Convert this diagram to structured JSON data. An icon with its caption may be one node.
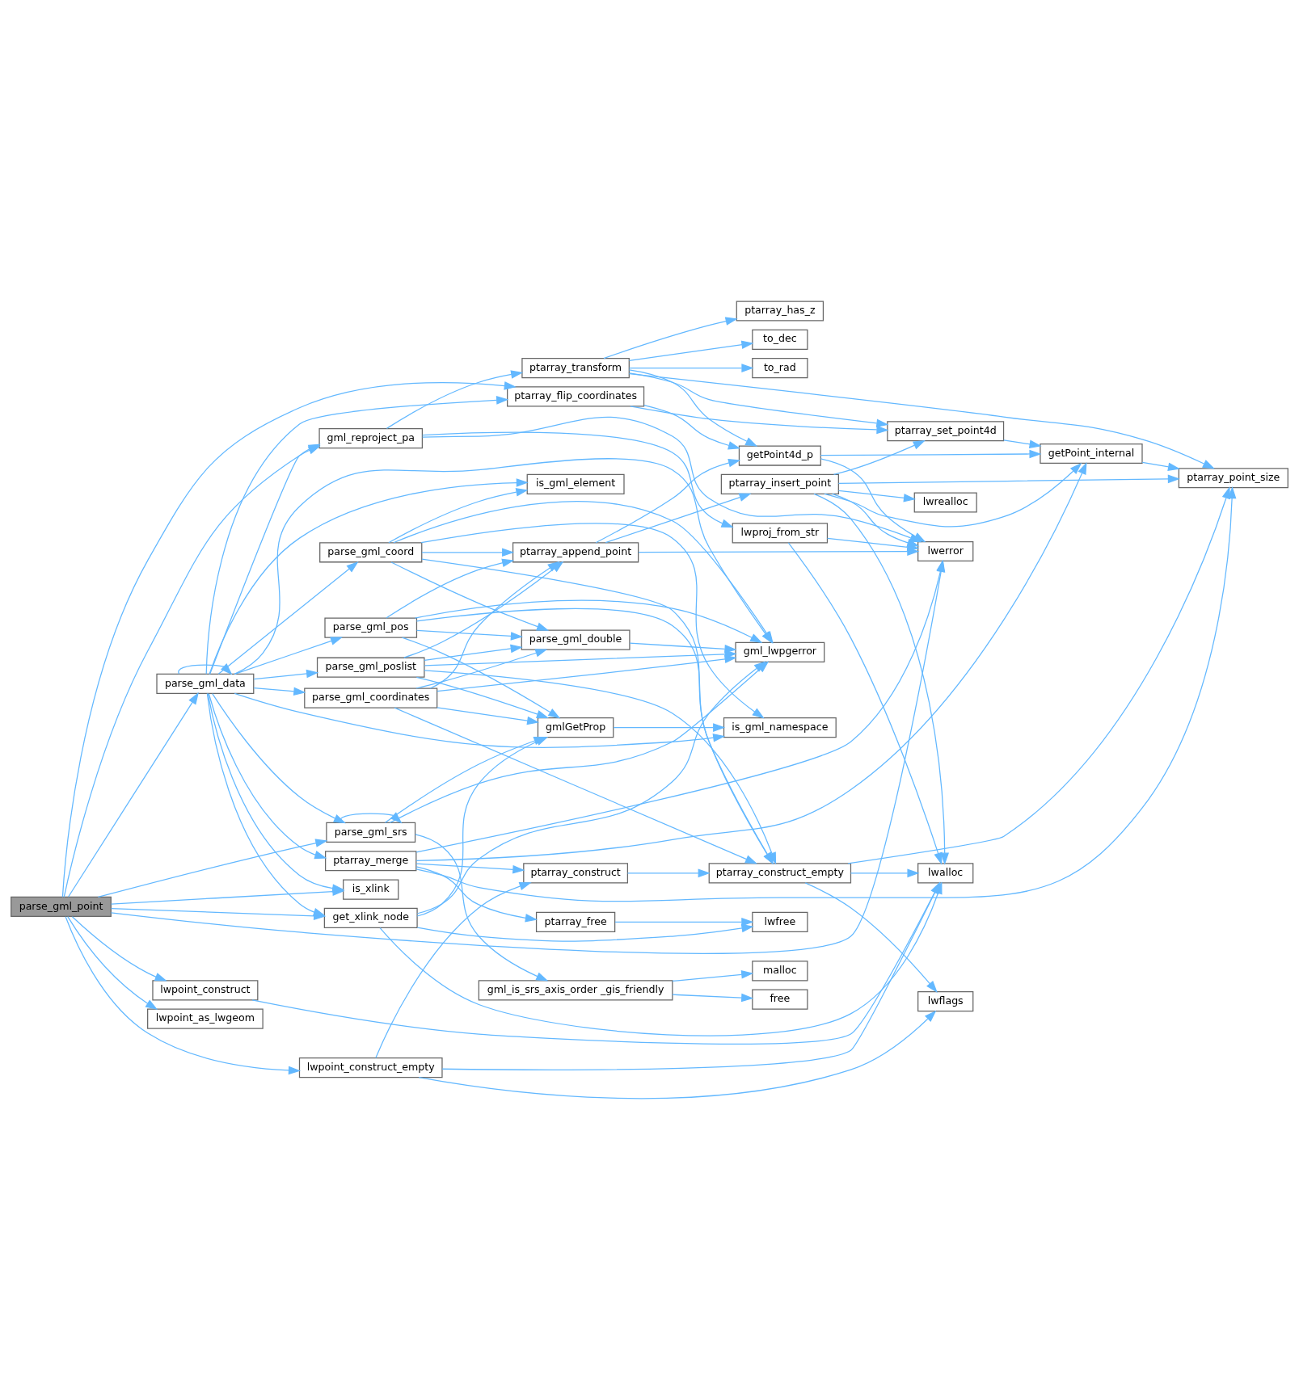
{
  "diagram": {
    "nodes": [
      {
        "text": [
          "parse_gml_point"
        ]
      },
      {
        "text": [
          "parse_gml_data"
        ]
      },
      {
        "text": [
          "gml_reproject_pa"
        ]
      },
      {
        "text": [
          "ptarray_flip_coordinates"
        ]
      },
      {
        "text": [
          "ptarray_transform"
        ]
      },
      {
        "text": [
          "ptarray_has_z"
        ]
      },
      {
        "text": [
          "getPoint4d_p"
        ]
      },
      {
        "text": [
          "to_dec"
        ]
      },
      {
        "text": [
          "to_rad"
        ]
      },
      {
        "text": [
          "ptarray_set_point4d"
        ]
      },
      {
        "text": [
          "is_gml_element"
        ]
      },
      {
        "text": [
          "parse_gml_coord"
        ]
      },
      {
        "text": [
          "parse_gml_double"
        ]
      },
      {
        "text": [
          "gml_lwpgerror"
        ]
      },
      {
        "text": [
          "lwproj_from_str"
        ]
      },
      {
        "text": [
          "lwerror"
        ]
      },
      {
        "text": [
          "parse_gml_pos"
        ]
      },
      {
        "text": [
          "ptarray_append_point"
        ]
      },
      {
        "text": [
          "ptarray_insert_point"
        ]
      },
      {
        "text": [
          "getPoint_internal"
        ]
      },
      {
        "text": [
          "ptarray_point_size"
        ]
      },
      {
        "text": [
          "lwrealloc"
        ]
      },
      {
        "text": [
          "parse_gml_poslist"
        ]
      },
      {
        "text": [
          "parse_gml_coordinates"
        ]
      },
      {
        "text": [
          "ptarray_construct_empty"
        ]
      },
      {
        "text": [
          "gmlGetProp"
        ]
      },
      {
        "text": [
          "is_gml_namespace"
        ]
      },
      {
        "text": [
          "lwalloc"
        ]
      },
      {
        "text": [
          "get_xlink_node"
        ]
      },
      {
        "text": [
          "parse_gml_srs"
        ]
      },
      {
        "text": [
          "lwflags"
        ]
      },
      {
        "text": [
          "lwfree"
        ]
      },
      {
        "text": [
          "lwpoint_construct"
        ]
      },
      {
        "text": [
          "ptarray_merge"
        ]
      },
      {
        "text": [
          "ptarray_free"
        ]
      },
      {
        "text": [
          "ptarray_construct"
        ]
      },
      {
        "text": [
          "is_xlink"
        ]
      },
      {
        "text": [
          "lwpoint_as_lwgeom"
        ]
      },
      {
        "text": [
          "gml_is_srs_axis_order _gis_friendly"
        ]
      },
      {
        "text": [
          "malloc"
        ]
      },
      {
        "text": [
          "free"
        ]
      },
      {
        "text": [
          "lwpoint_construct_empty"
        ]
      }
    ],
    "edges": [
      {
        "from": 0,
        "to": 3,
        "arrow": "to"
      },
      {
        "from": 0,
        "to": 2,
        "arrow": "to"
      },
      {
        "from": 0,
        "to": 15,
        "arrow": "to"
      },
      {
        "from": 0,
        "to": 1,
        "arrow": "to"
      },
      {
        "from": 0,
        "to": 28,
        "arrow": "to"
      },
      {
        "from": 0,
        "to": 29,
        "arrow": "to"
      },
      {
        "from": 0,
        "to": 32,
        "arrow": "to"
      },
      {
        "from": 0,
        "to": 36,
        "arrow": "to"
      },
      {
        "from": 0,
        "to": 37,
        "arrow": "to"
      },
      {
        "from": 0,
        "to": 41,
        "arrow": "to"
      },
      {
        "from": 1,
        "to": 1,
        "arrow": "to"
      },
      {
        "from": 1,
        "to": 3,
        "arrow": "to"
      },
      {
        "from": 1,
        "to": 2,
        "arrow": "to"
      },
      {
        "from": 1,
        "to": 13,
        "arrow": "to"
      },
      {
        "from": 1,
        "to": 10,
        "arrow": "to"
      },
      {
        "from": 1,
        "to": 11,
        "arrow": "to"
      },
      {
        "from": 1,
        "to": 16,
        "arrow": "to"
      },
      {
        "from": 1,
        "to": 22,
        "arrow": "to"
      },
      {
        "from": 1,
        "to": 23,
        "arrow": "to"
      },
      {
        "from": 1,
        "to": 26,
        "arrow": "to"
      },
      {
        "from": 1,
        "to": 28,
        "arrow": "to"
      },
      {
        "from": 1,
        "to": 29,
        "arrow": "to"
      },
      {
        "from": 1,
        "to": 33,
        "arrow": "to"
      },
      {
        "from": 1,
        "to": 36,
        "arrow": "to"
      },
      {
        "from": 2,
        "to": 4,
        "arrow": "to"
      },
      {
        "from": 2,
        "to": 14,
        "arrow": "to"
      },
      {
        "from": 2,
        "to": 15,
        "arrow": "to"
      },
      {
        "from": 3,
        "to": 6,
        "arrow": "to"
      },
      {
        "from": 3,
        "to": 9,
        "arrow": "to"
      },
      {
        "from": 4,
        "to": 5,
        "arrow": "to"
      },
      {
        "from": 4,
        "to": 6,
        "arrow": "to"
      },
      {
        "from": 4,
        "to": 7,
        "arrow": "to"
      },
      {
        "from": 4,
        "to": 8,
        "arrow": "to"
      },
      {
        "from": 4,
        "to": 9,
        "arrow": "to"
      },
      {
        "from": 4,
        "to": 20,
        "arrow": "to"
      },
      {
        "from": 6,
        "to": 15,
        "arrow": "to"
      },
      {
        "from": 6,
        "to": 19,
        "arrow": "to"
      },
      {
        "from": 9,
        "to": 19,
        "arrow": "to"
      },
      {
        "from": 11,
        "to": 10,
        "arrow": "to"
      },
      {
        "from": 11,
        "to": 13,
        "arrow": "to"
      },
      {
        "from": 11,
        "to": 24,
        "arrow": "to"
      },
      {
        "from": 11,
        "to": 26,
        "arrow": "to"
      },
      {
        "from": 11,
        "to": 12,
        "arrow": "to"
      },
      {
        "from": 11,
        "to": 17,
        "arrow": "to"
      },
      {
        "from": 12,
        "to": 13,
        "arrow": "to"
      },
      {
        "from": 14,
        "to": 15,
        "arrow": "to"
      },
      {
        "from": 14,
        "to": 27,
        "arrow": "to"
      },
      {
        "from": 16,
        "to": 13,
        "arrow": "to"
      },
      {
        "from": 16,
        "to": 12,
        "arrow": "to"
      },
      {
        "from": 16,
        "to": 17,
        "arrow": "to"
      },
      {
        "from": 16,
        "to": 24,
        "arrow": "to"
      },
      {
        "from": 16,
        "to": 25,
        "arrow": "to"
      },
      {
        "from": 17,
        "to": 6,
        "arrow": "to"
      },
      {
        "from": 17,
        "to": 15,
        "arrow": "to"
      },
      {
        "from": 17,
        "to": 18,
        "arrow": "to"
      },
      {
        "from": 18,
        "to": 9,
        "arrow": "to"
      },
      {
        "from": 18,
        "to": 15,
        "arrow": "to"
      },
      {
        "from": 18,
        "to": 19,
        "arrow": "to"
      },
      {
        "from": 18,
        "to": 20,
        "arrow": "to"
      },
      {
        "from": 18,
        "to": 21,
        "arrow": "to"
      },
      {
        "from": 18,
        "to": 27,
        "arrow": "to"
      },
      {
        "from": 19,
        "to": 20,
        "arrow": "to"
      },
      {
        "from": 22,
        "to": 12,
        "arrow": "to"
      },
      {
        "from": 22,
        "to": 13,
        "arrow": "to"
      },
      {
        "from": 22,
        "to": 17,
        "arrow": "to"
      },
      {
        "from": 22,
        "to": 24,
        "arrow": "to"
      },
      {
        "from": 22,
        "to": 25,
        "arrow": "to"
      },
      {
        "from": 23,
        "to": 12,
        "arrow": "to"
      },
      {
        "from": 23,
        "to": 13,
        "arrow": "to"
      },
      {
        "from": 23,
        "to": 17,
        "arrow": "to"
      },
      {
        "from": 23,
        "to": 24,
        "arrow": "to"
      },
      {
        "from": 23,
        "to": 25,
        "arrow": "to"
      },
      {
        "from": 24,
        "to": 20,
        "arrow": "to"
      },
      {
        "from": 24,
        "to": 27,
        "arrow": "to"
      },
      {
        "from": 24,
        "to": 30,
        "arrow": "to"
      },
      {
        "from": 25,
        "to": 26,
        "arrow": "to"
      },
      {
        "from": 28,
        "to": 25,
        "arrow": "to"
      },
      {
        "from": 28,
        "to": 13,
        "arrow": "to"
      },
      {
        "from": 28,
        "to": 27,
        "arrow": "to"
      },
      {
        "from": 28,
        "to": 31,
        "arrow": "to"
      },
      {
        "from": 29,
        "to": 29,
        "arrow": "to"
      },
      {
        "from": 29,
        "to": 25,
        "arrow": "to"
      },
      {
        "from": 29,
        "to": 13,
        "arrow": "to"
      },
      {
        "from": 29,
        "to": 38,
        "arrow": "to"
      },
      {
        "from": 32,
        "to": 27,
        "arrow": "to"
      },
      {
        "from": 33,
        "to": 34,
        "arrow": "to"
      },
      {
        "from": 33,
        "to": 35,
        "arrow": "to"
      },
      {
        "from": 33,
        "to": 15,
        "arrow": "to"
      },
      {
        "from": 33,
        "to": 19,
        "arrow": "to"
      },
      {
        "from": 33,
        "to": 20,
        "arrow": "to"
      },
      {
        "from": 34,
        "to": 31,
        "arrow": "to"
      },
      {
        "from": 35,
        "to": 24,
        "arrow": "to"
      },
      {
        "from": 38,
        "to": 39,
        "arrow": "to"
      },
      {
        "from": 38,
        "to": 40,
        "arrow": "to"
      },
      {
        "from": 41,
        "to": 35,
        "arrow": "to"
      },
      {
        "from": 41,
        "to": 27,
        "arrow": "to"
      },
      {
        "from": 41,
        "to": 30,
        "arrow": "to"
      }
    ]
  }
}
